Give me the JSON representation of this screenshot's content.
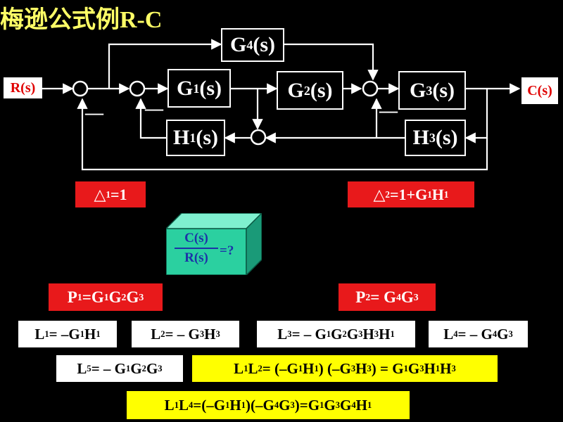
{
  "title": "梅逊公式例R-C",
  "io": {
    "input": "R(s)",
    "output": "C(s)"
  },
  "blocks": {
    "g4": {
      "base": "G",
      "sub": "4",
      "tail": "(s)"
    },
    "g1": {
      "base": "G",
      "sub": "1",
      "tail": "(s)"
    },
    "g2": {
      "base": "G",
      "sub": "2",
      "tail": "(s)"
    },
    "g3": {
      "base": "G",
      "sub": "3",
      "tail": "(s)"
    },
    "h1": {
      "base": "H",
      "sub": "1",
      "tail": "(s)"
    },
    "h3": {
      "base": "H",
      "sub": "3",
      "tail": "(s)"
    }
  },
  "minus_sign": "—",
  "cofactors": {
    "d1": [
      {
        "t": "△"
      },
      {
        "s": "1"
      },
      {
        "t": "=1"
      }
    ],
    "d2": [
      {
        "t": "△"
      },
      {
        "s": "2"
      },
      {
        "t": "=1+G"
      },
      {
        "s": "1"
      },
      {
        "t": "H"
      },
      {
        "s": "1"
      }
    ]
  },
  "question": {
    "numerator": "C(s)",
    "denominator": "R(s)",
    "equals": "=?"
  },
  "paths": {
    "p1": [
      {
        "t": "P"
      },
      {
        "s": "1"
      },
      {
        "t": "=G"
      },
      {
        "s": "1"
      },
      {
        "t": "G"
      },
      {
        "s": "2"
      },
      {
        "t": "G"
      },
      {
        "s": "3"
      }
    ],
    "p2": [
      {
        "t": "P"
      },
      {
        "s": "2"
      },
      {
        "t": "= G"
      },
      {
        "s": "4"
      },
      {
        "t": "G"
      },
      {
        "s": "3"
      }
    ]
  },
  "loops": {
    "l1": [
      {
        "t": "L"
      },
      {
        "s": "1"
      },
      {
        "t": "= –G"
      },
      {
        "s": "1"
      },
      {
        "t": " H"
      },
      {
        "s": "1"
      }
    ],
    "l2": [
      {
        "t": "L"
      },
      {
        "s": "2"
      },
      {
        "t": "= – G"
      },
      {
        "s": "3"
      },
      {
        "t": " H"
      },
      {
        "s": "3"
      }
    ],
    "l3": [
      {
        "t": "L"
      },
      {
        "s": "3"
      },
      {
        "t": "= – G"
      },
      {
        "s": "1"
      },
      {
        "t": "G"
      },
      {
        "s": "2"
      },
      {
        "t": "G"
      },
      {
        "s": "3"
      },
      {
        "t": "H"
      },
      {
        "s": "3"
      },
      {
        "t": "H"
      },
      {
        "s": "1"
      }
    ],
    "l4": [
      {
        "t": "L"
      },
      {
        "s": "4"
      },
      {
        "t": "= – G"
      },
      {
        "s": "4"
      },
      {
        "t": "G"
      },
      {
        "s": "3"
      }
    ],
    "l5": [
      {
        "t": "L"
      },
      {
        "s": "5"
      },
      {
        "t": " = – G"
      },
      {
        "s": "1"
      },
      {
        "t": "G"
      },
      {
        "s": "2"
      },
      {
        "t": "G"
      },
      {
        "s": "3"
      }
    ]
  },
  "products": {
    "l1l2": [
      {
        "t": "L"
      },
      {
        "s": "1"
      },
      {
        "t": "L"
      },
      {
        "s": "2"
      },
      {
        "t": "= (–G"
      },
      {
        "s": "1"
      },
      {
        "t": "H"
      },
      {
        "s": "1"
      },
      {
        "t": ") (–G"
      },
      {
        "s": "3"
      },
      {
        "t": "H"
      },
      {
        "s": "3"
      },
      {
        "t": ") = G"
      },
      {
        "s": "1"
      },
      {
        "t": "G"
      },
      {
        "s": "3"
      },
      {
        "t": "H"
      },
      {
        "s": "1"
      },
      {
        "t": "H"
      },
      {
        "s": "3"
      }
    ],
    "l1l4": [
      {
        "t": "L"
      },
      {
        "s": "1"
      },
      {
        "t": "L"
      },
      {
        "s": "4"
      },
      {
        "t": "=(–G"
      },
      {
        "s": "1"
      },
      {
        "t": "H"
      },
      {
        "s": "1"
      },
      {
        "t": ")(–G"
      },
      {
        "s": "4"
      },
      {
        "t": "G"
      },
      {
        "s": "3"
      },
      {
        "t": ")=G"
      },
      {
        "s": "1"
      },
      {
        "t": "G"
      },
      {
        "s": "3"
      },
      {
        "t": "G"
      },
      {
        "s": "4"
      },
      {
        "t": "H"
      },
      {
        "s": "1"
      }
    ]
  }
}
